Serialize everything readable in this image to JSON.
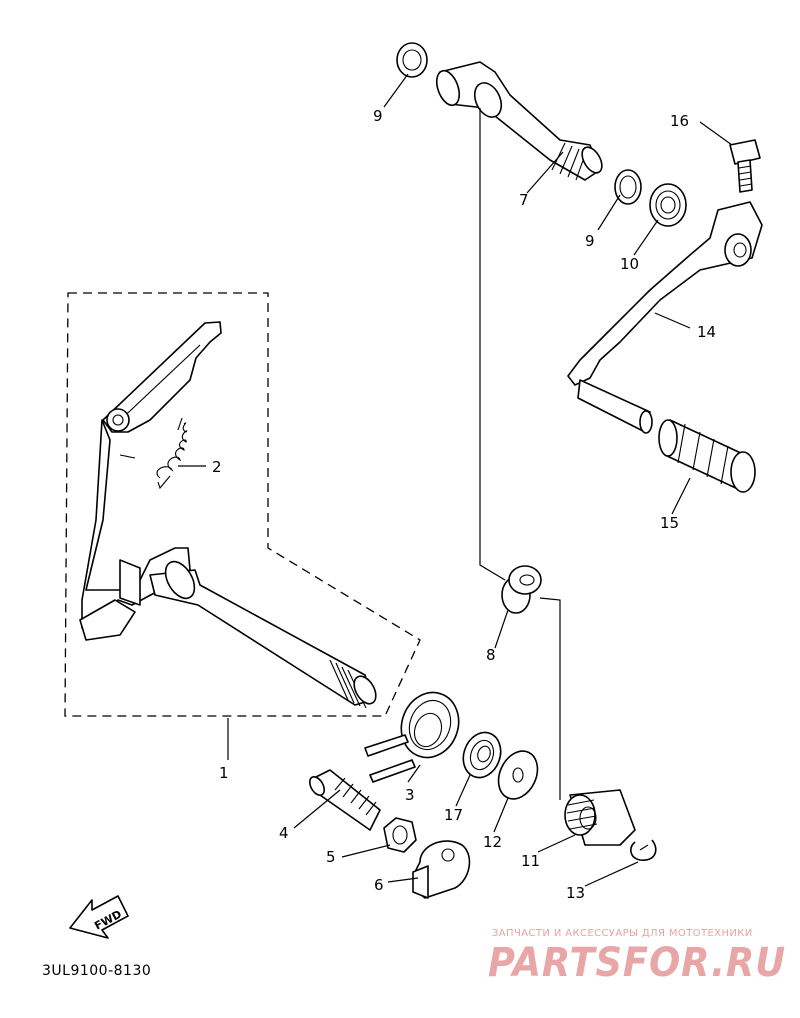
{
  "diagram": {
    "callouts": [
      "1",
      "2",
      "3",
      "4",
      "5",
      "6",
      "7",
      "8",
      "9",
      "9",
      "10",
      "11",
      "12",
      "13",
      "14",
      "15",
      "16",
      "17"
    ],
    "part_code": "3UL9100-8130",
    "direction_label": "FWD",
    "watermark": {
      "tagline": "ЗАПЧАСТИ И АКСЕССУАРЫ ДЛЯ МОТОТЕХНИКИ",
      "logo": "PARTSFOR.RU",
      "color": "#e9a6a6"
    }
  }
}
